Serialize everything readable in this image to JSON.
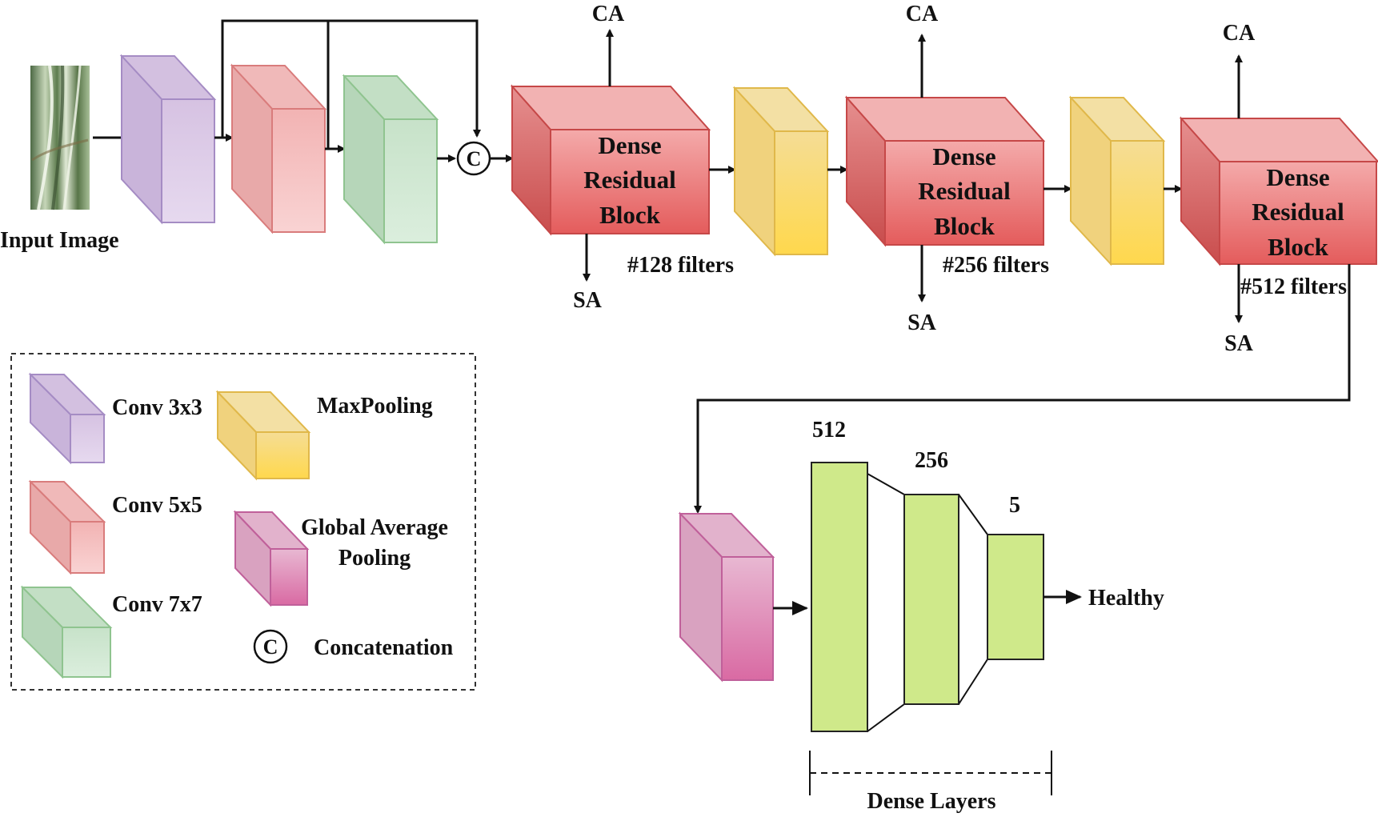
{
  "input_label": "Input Image",
  "concat_symbol": "C",
  "attention": {
    "ca": [
      "CA",
      "CA",
      "CA"
    ],
    "sa": [
      "SA",
      "SA",
      "SA"
    ]
  },
  "dense_residual_blocks": [
    {
      "lines": [
        "Dense",
        "Residual",
        "Block"
      ],
      "filters": "#128 filters"
    },
    {
      "lines": [
        "Dense",
        "Residual",
        "Block"
      ],
      "filters": "#256 filters"
    },
    {
      "lines": [
        "Dense",
        "Residual",
        "Block"
      ],
      "filters": "#512 filters"
    }
  ],
  "dense_layers": {
    "units": [
      "512",
      "256",
      "5"
    ],
    "caption": "Dense Layers",
    "output_label": "Healthy"
  },
  "legend": {
    "items": [
      {
        "label": "Conv 3x3"
      },
      {
        "label": "Conv 5x5"
      },
      {
        "label": "Conv 7x7"
      },
      {
        "label": "MaxPooling"
      },
      {
        "label_lines": [
          "Global Average",
          "Pooling"
        ]
      },
      {
        "label": "Concatenation",
        "symbol": "C"
      }
    ]
  },
  "colors": {
    "conv3": "#e0cfe9",
    "conv5": "#f6c4c4",
    "conv7": "#d4ebd6",
    "maxpool": "#ffd966",
    "gap": "#d977a8",
    "dense_block": "#ea6b6b",
    "dense_layer": "#cfe98a"
  }
}
